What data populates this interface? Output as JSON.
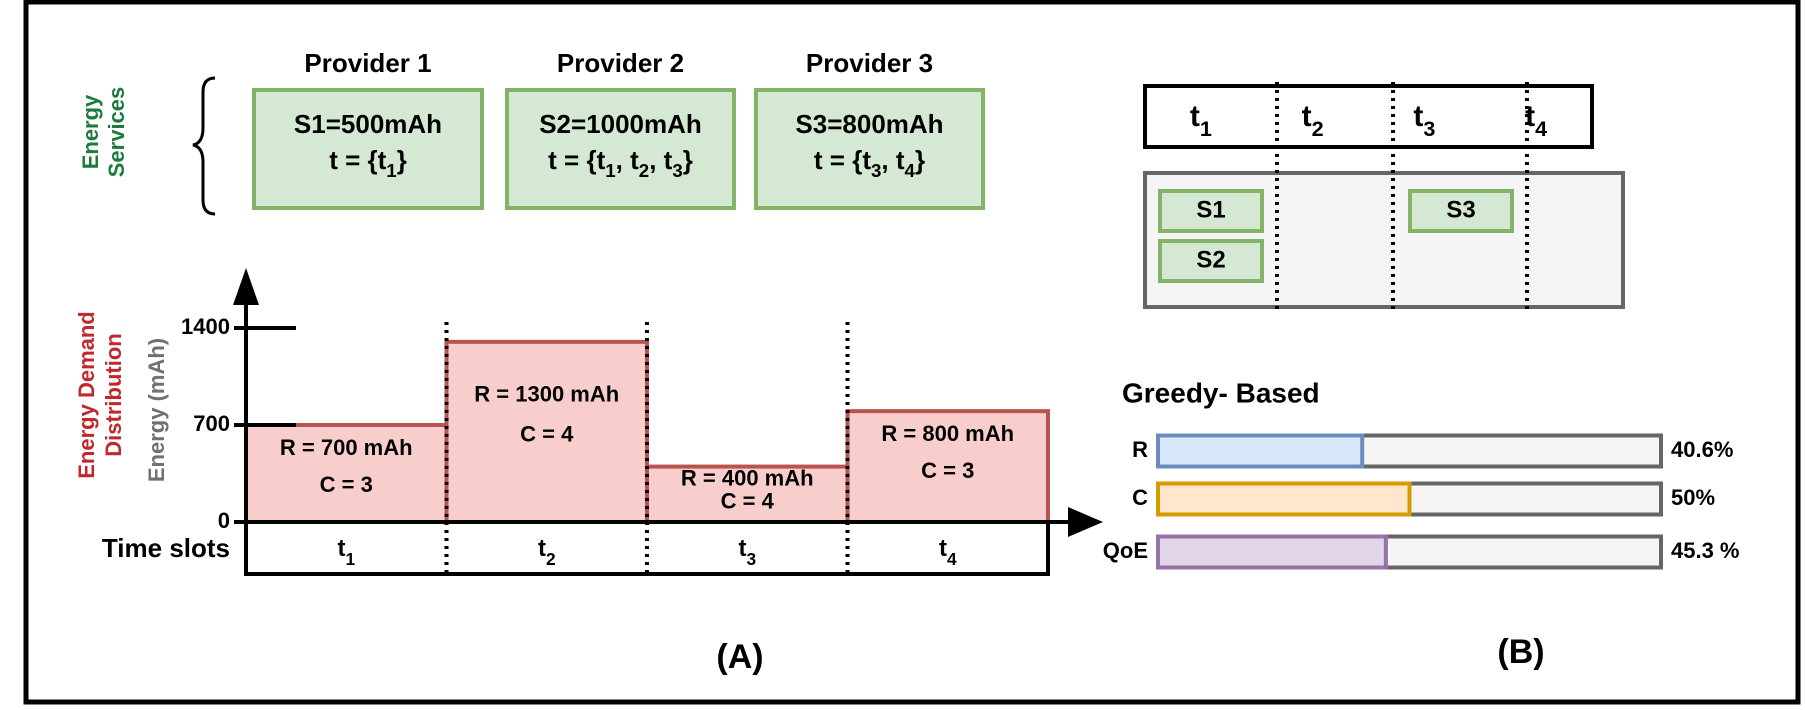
{
  "left_panel": {
    "side_label_lines": [
      "Energy",
      "Services"
    ],
    "providers": [
      {
        "name": "Provider 1",
        "capacity": "S1=500mAh",
        "t_prefix": "t = {",
        "slots": [
          "1"
        ],
        "t_suffix": "}"
      },
      {
        "name": "Provider 2",
        "capacity": "S2=1000mAh",
        "t_prefix": "t = {",
        "slots": [
          "1",
          "2",
          "3"
        ],
        "t_suffix": "}"
      },
      {
        "name": "Provider 3",
        "capacity": "S3=800mAh",
        "t_prefix": "t = {",
        "slots": [
          "3",
          "4"
        ],
        "t_suffix": "}"
      }
    ],
    "demand_label_lines": [
      "Energy Demand",
      "Distribution"
    ],
    "y_axis_label": "Energy (mAh)",
    "y_ticks": [
      0,
      700,
      1400
    ],
    "x_axis_label": "Time slots",
    "time_slots": [
      "1",
      "2",
      "3",
      "4"
    ],
    "demand": [
      {
        "slot": "1",
        "value": 700,
        "r_label": "R = 700 mAh",
        "c_label": "C = 3"
      },
      {
        "slot": "2",
        "value": 1300,
        "r_label": "R = 1300 mAh",
        "c_label": "C = 4"
      },
      {
        "slot": "3",
        "value": 400,
        "r_label": "R = 400 mAh",
        "c_label": "C = 4"
      },
      {
        "slot": "4",
        "value": 800,
        "r_label": "R = 800 mAh",
        "c_label": "C = 3"
      }
    ],
    "caption": "(A)"
  },
  "right_panel": {
    "timeline_slots": [
      "1",
      "2",
      "3",
      "4"
    ],
    "assignments": [
      {
        "slot": "1",
        "services": [
          "S1",
          "S2"
        ]
      },
      {
        "slot": "2",
        "services": []
      },
      {
        "slot": "3",
        "services": [
          "S3"
        ]
      },
      {
        "slot": "4",
        "services": []
      }
    ],
    "method_title": "Greedy- Based",
    "metrics": [
      {
        "name": "R",
        "fraction": 0.406,
        "value_label": "40.6%"
      },
      {
        "name": "C",
        "fraction": 0.5,
        "value_label": "50%"
      },
      {
        "name": "QoE",
        "fraction": 0.453,
        "value_label": "45.3 %"
      }
    ],
    "caption": "(B)"
  },
  "colors": {
    "provider_fill": "#d5e8d4",
    "provider_stroke": "#82b366",
    "demand_fill": "#f8cecc",
    "demand_stroke": "#b85450",
    "services_label": "#1e7a3c",
    "demand_label": "#c0282d",
    "axis_label_gray": "#707070",
    "panel_gray": "#f5f5f5",
    "panel_stroke": "#666666",
    "bar_R_fill": "#dae8fc",
    "bar_R_stroke": "#6c8ebf",
    "bar_C_fill": "#ffe6cc",
    "bar_C_stroke": "#d79b00",
    "bar_QoE_fill": "#e1d5e7",
    "bar_QoE_stroke": "#9673a6"
  }
}
